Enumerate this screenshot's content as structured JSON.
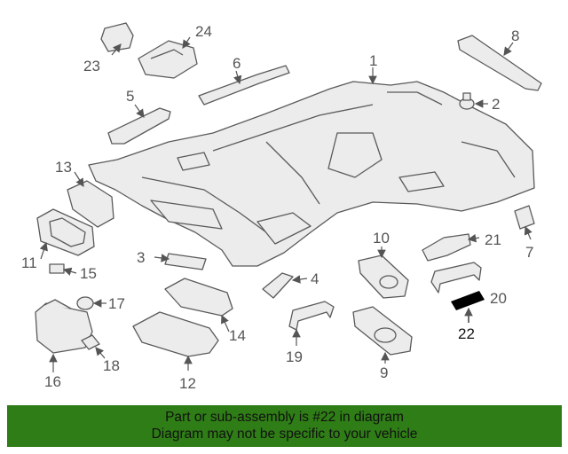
{
  "callouts": {
    "p1": "1",
    "p2": "2",
    "p3": "3",
    "p4": "4",
    "p5": "5",
    "p6": "6",
    "p7": "7",
    "p8": "8",
    "p9": "9",
    "p10": "10",
    "p11": "11",
    "p12": "12",
    "p13": "13",
    "p14": "14",
    "p15": "15",
    "p16": "16",
    "p17": "17",
    "p18": "18",
    "p19": "19",
    "p20": "20",
    "p21": "21",
    "p22": "22",
    "p23": "23",
    "p24": "24"
  },
  "highlighted_part": "22",
  "colors": {
    "highlight": "#2f7d16",
    "line": "#5a5a5a",
    "part_fill": "#ececec"
  },
  "banner": {
    "line1": "Part or sub-assembly is #22 in diagram",
    "line2": "Diagram may not be specific to your vehicle"
  }
}
